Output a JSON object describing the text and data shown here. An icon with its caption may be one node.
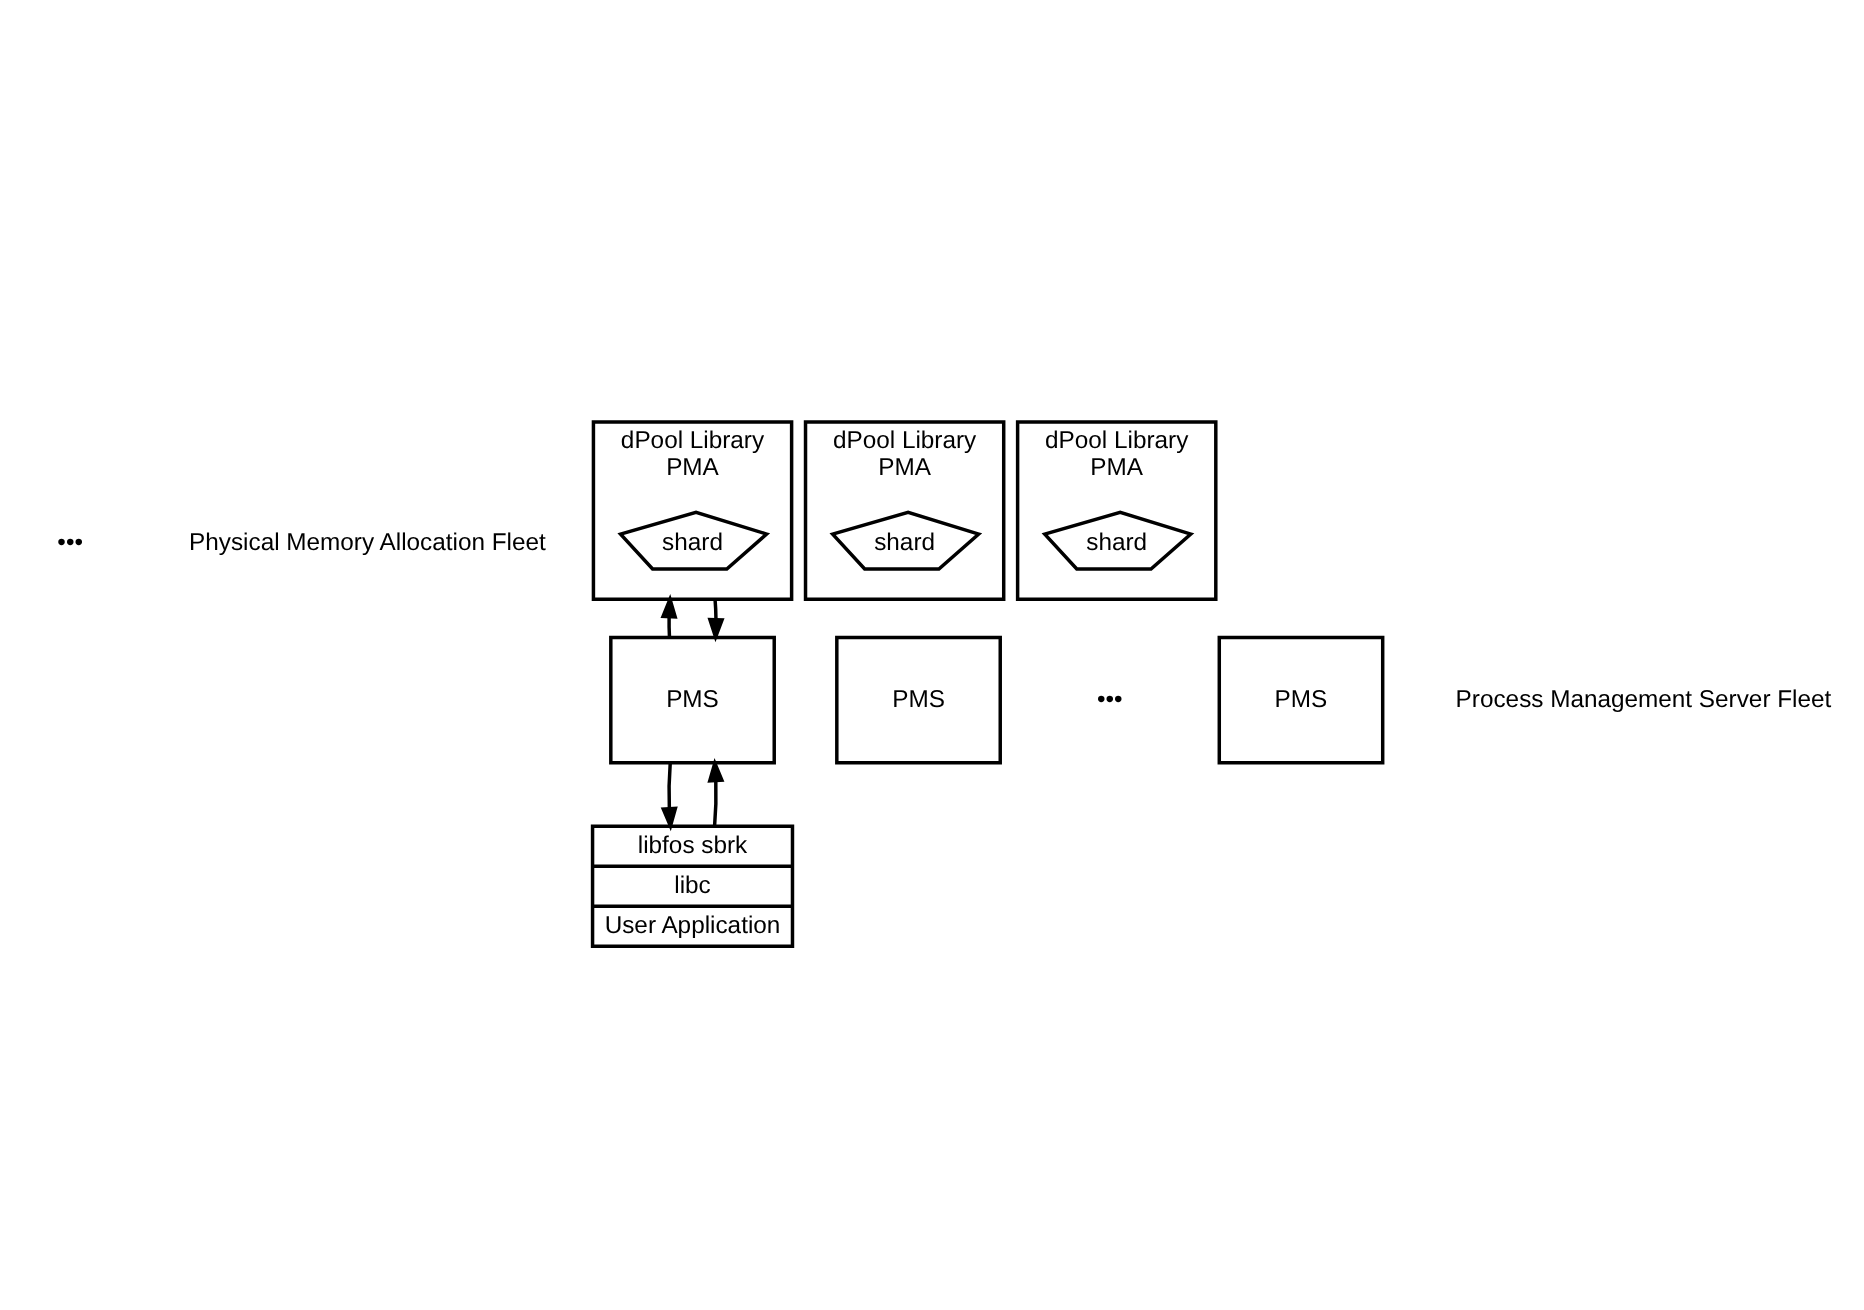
{
  "diagram": {
    "nodes": [
      {
        "text": [
          "dPool Library",
          "PMA"
        ]
      },
      {
        "text": [
          "shard"
        ],
        "in": 0
      },
      {
        "text": [
          "dPool Library",
          "PMA"
        ]
      },
      {
        "text": [
          "shard"
        ],
        "in": 2
      },
      {
        "text": [
          "dPool Library",
          "PMA"
        ]
      },
      {
        "text": [
          "shard"
        ],
        "in": 4
      },
      {
        "text": [
          "PMS"
        ]
      },
      {
        "text": [
          "PMS"
        ]
      },
      {
        "text": [
          "PMS"
        ]
      },
      {
        "text": [
          "libfos sbrk",
          "libc",
          "User Application"
        ]
      }
    ],
    "edges": [
      {
        "from": 6,
        "to": 0,
        "arrow": "to"
      },
      {
        "from": 0,
        "to": 6,
        "arrow": "to"
      },
      {
        "from": 9,
        "to": 6,
        "arrow": "to"
      },
      {
        "from": 6,
        "to": 9,
        "arrow": "to"
      }
    ],
    "labels": [
      "•••",
      "Physical Memory Allocation Fleet",
      "•••",
      "Process Management Server Fleet"
    ]
  }
}
